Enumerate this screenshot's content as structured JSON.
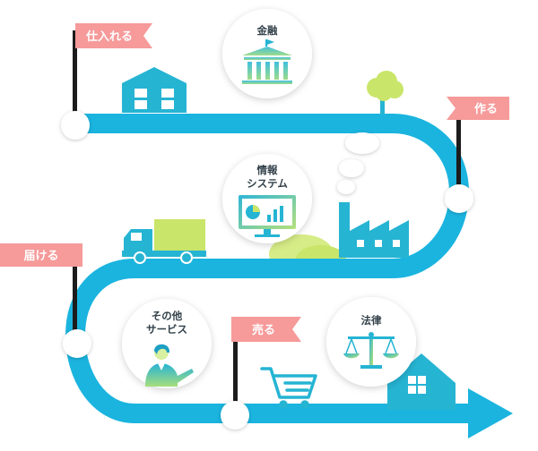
{
  "stages": {
    "procure": "仕入れる",
    "make": "作る",
    "deliver": "届ける",
    "sell": "売る"
  },
  "services": {
    "finance": "金融",
    "info_line1": "情報",
    "info_line2": "システム",
    "other_line1": "その他",
    "other_line2": "サービス",
    "law": "法律"
  },
  "colors": {
    "road": "#1ab4df",
    "flag": "#f69a9a",
    "pole": "#1c1c1c",
    "icon_teal": "#26b4d3",
    "icon_green": "#c9e56a",
    "circle_bg": "#ffffff"
  }
}
